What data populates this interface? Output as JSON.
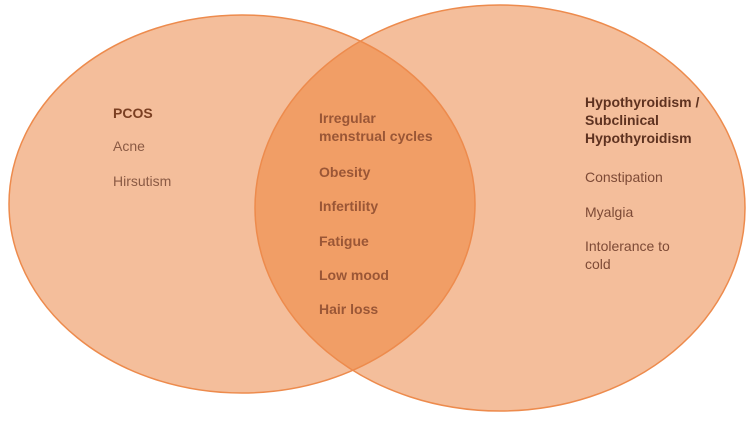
{
  "diagram": {
    "left": {
      "title": "PCOS",
      "items": [
        "Acne",
        "Hirsutism"
      ]
    },
    "overlap": {
      "items": [
        "Irregular menstrual cycles",
        "Obesity",
        "Infertility",
        "Fatigue",
        "Low mood",
        "Hair loss"
      ]
    },
    "right": {
      "title": "Hypothyroidism / Subclinical Hypothyroidism",
      "items": [
        "Constipation",
        "Myalgia",
        "Intolerance to cold"
      ]
    }
  },
  "colors": {
    "circle_fill": "#f4be9b",
    "overlap_fill": "#f19e66",
    "circle_stroke": "#ed8b4d"
  }
}
